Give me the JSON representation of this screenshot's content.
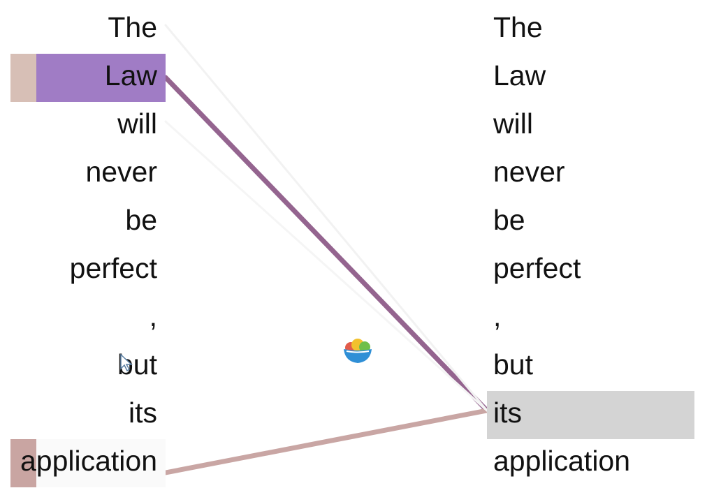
{
  "left_tokens": [
    {
      "text": "The",
      "bg": "",
      "bar": ""
    },
    {
      "text": "Law",
      "bg": "#a07cc5",
      "bar": "#d7bfb6"
    },
    {
      "text": "will",
      "bg": "",
      "bar": ""
    },
    {
      "text": "never",
      "bg": "",
      "bar": ""
    },
    {
      "text": "be",
      "bg": "",
      "bar": ""
    },
    {
      "text": "perfect",
      "bg": "",
      "bar": ""
    },
    {
      "text": ",",
      "bg": "",
      "bar": ""
    },
    {
      "text": "but",
      "bg": "",
      "bar": ""
    },
    {
      "text": "its",
      "bg": "",
      "bar": ""
    },
    {
      "text": "application",
      "bg": "#fafafa",
      "bar": "#c9a5a2"
    }
  ],
  "right_tokens": [
    {
      "text": "The",
      "bg": ""
    },
    {
      "text": "Law",
      "bg": ""
    },
    {
      "text": "will",
      "bg": ""
    },
    {
      "text": "never",
      "bg": ""
    },
    {
      "text": "be",
      "bg": ""
    },
    {
      "text": "perfect",
      "bg": ""
    },
    {
      "text": ",",
      "bg": ""
    },
    {
      "text": "but",
      "bg": ""
    },
    {
      "text": "its",
      "bg": "#d4d4d4"
    },
    {
      "text": "application",
      "bg": ""
    }
  ],
  "links": [
    {
      "from": 1,
      "to": 8,
      "color": "#94648f",
      "weight": "strong"
    },
    {
      "from": 9,
      "to": 8,
      "color": "#c9a6a4",
      "weight": "strong"
    },
    {
      "from": 0,
      "to": 8,
      "color": "#f2f2f2",
      "weight": "faint"
    },
    {
      "from": 2,
      "to": 8,
      "color": "#f5f5f5",
      "weight": "faint"
    }
  ],
  "colors": {
    "text": "#111111",
    "selected_right_bg": "#d4d4d4",
    "head_highlight": "#a07cc5"
  },
  "icons": {
    "center_logo": "colorful-bowl-logo-icon",
    "cursor": "mouse-pointer-icon"
  }
}
